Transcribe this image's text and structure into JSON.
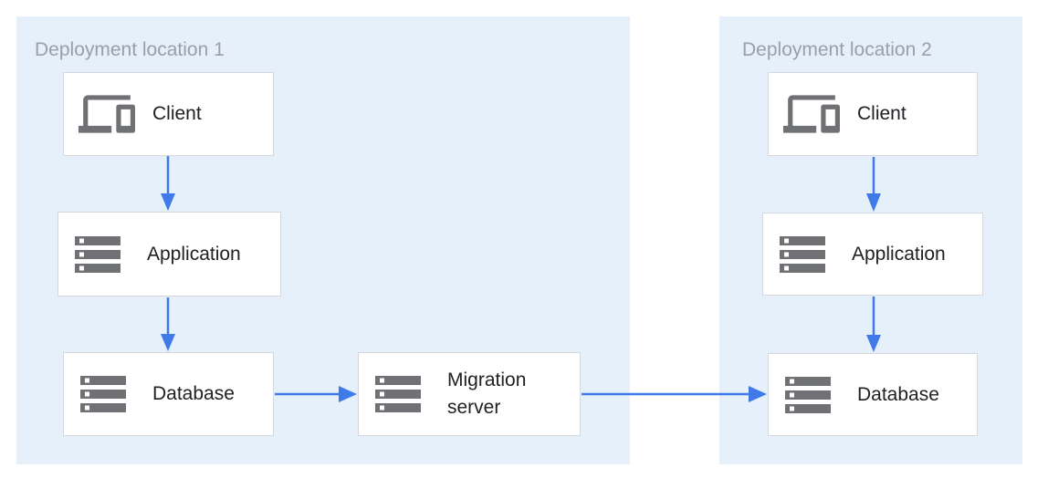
{
  "colors": {
    "background": "#ffffff",
    "region_fill": "#e6f0fa",
    "box_fill": "#ffffff",
    "box_border": "#d5d7da",
    "box_text": "#202124",
    "region_label_text": "#9aa0a6",
    "icon_color": "#707175",
    "arrow_color": "#3f7ae8"
  },
  "regions": [
    {
      "id": "deployment-location-1",
      "label": "Deployment location 1"
    },
    {
      "id": "deployment-location-2",
      "label": "Deployment location 2"
    }
  ],
  "nodes": [
    {
      "id": "client-1",
      "label": "Client",
      "icon": "devices-icon",
      "region": "deployment-location-1"
    },
    {
      "id": "application-1",
      "label": "Application",
      "icon": "server-stack-icon",
      "region": "deployment-location-1"
    },
    {
      "id": "database-1",
      "label": "Database",
      "icon": "server-stack-icon",
      "region": "deployment-location-1"
    },
    {
      "id": "migration-server",
      "label": "Migration server",
      "icon": "server-stack-icon",
      "region": "deployment-location-1"
    },
    {
      "id": "client-2",
      "label": "Client",
      "icon": "devices-icon",
      "region": "deployment-location-2"
    },
    {
      "id": "application-2",
      "label": "Application",
      "icon": "server-stack-icon",
      "region": "deployment-location-2"
    },
    {
      "id": "database-2",
      "label": "Database",
      "icon": "server-stack-icon",
      "region": "deployment-location-2"
    }
  ],
  "connections": [
    {
      "from": "client-1",
      "to": "application-1"
    },
    {
      "from": "application-1",
      "to": "database-1"
    },
    {
      "from": "database-1",
      "to": "migration-server"
    },
    {
      "from": "migration-server",
      "to": "database-2"
    },
    {
      "from": "client-2",
      "to": "application-2"
    },
    {
      "from": "application-2",
      "to": "database-2"
    }
  ]
}
